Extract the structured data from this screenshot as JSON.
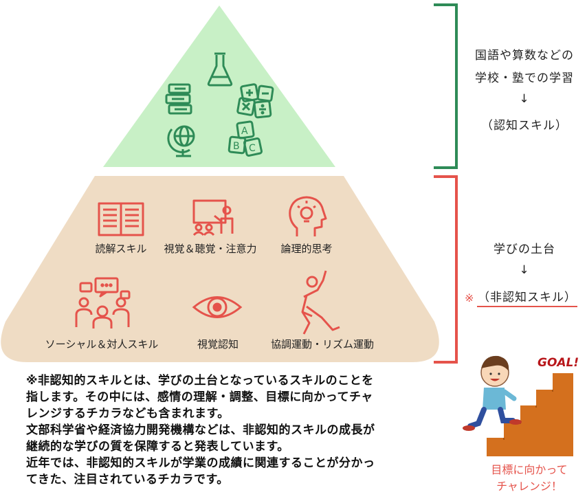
{
  "pyramid": {
    "top_colors": {
      "fill": "#c8f0c6",
      "icon": "#2e8b57"
    },
    "bottom_colors": {
      "fill": "#efdcc4",
      "icon": "#e5534b"
    },
    "skills": [
      {
        "label": "読解スキル",
        "icon": "open-book-icon"
      },
      {
        "label": "視覚＆聴覚・注意力",
        "icon": "presentation-icon"
      },
      {
        "label": "論理的思考",
        "icon": "idea-head-icon"
      },
      {
        "label": "ソーシャル＆対人スキル",
        "icon": "group-chat-icon"
      },
      {
        "label": "視覚認知",
        "icon": "eye-icon"
      },
      {
        "label": "協調運動・リズム運動",
        "icon": "exercise-icon"
      }
    ]
  },
  "right": {
    "cognitive": {
      "line1": "国語や算数などの",
      "line2": "学校・塾での学習",
      "arrow": "↓",
      "label": "（認知スキル）",
      "color": "#2e8b57"
    },
    "noncognitive": {
      "line1": "学びの土台",
      "arrow": "↓",
      "mark": "※",
      "label": "（非認知スキル）",
      "color": "#e5534b"
    }
  },
  "description": [
    "※非認知的スキルとは、学びの土台となっているスキルのことを",
    "指します。その中には、感情の理解・調整、目標に向かってチャ",
    "レンジするチカラなども含まれます。",
    "文部科学省や経済協力開発機構などは、非認知的スキルの成長が",
    "継続的な学びの質を保障すると発表しています。",
    "近年では、非認知的スキルが学業の成績に関連することが分かっ",
    "てきた、注目されているチカラです。"
  ],
  "goal": {
    "sign": "GOAL!",
    "line1": "目標に向かって",
    "line2": "チャレンジ！",
    "stairs_color": "#d4701e"
  }
}
